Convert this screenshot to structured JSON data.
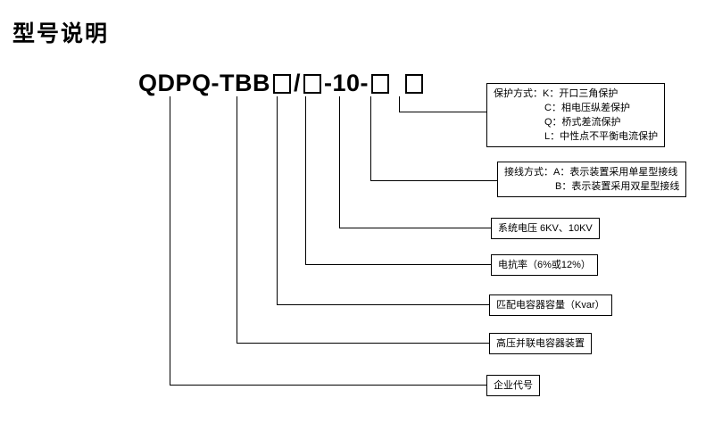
{
  "page": {
    "title": "型号说明"
  },
  "model": {
    "prefix": "QDPQ-TBB",
    "slash": "/",
    "mid": "-10-"
  },
  "labels": {
    "protection": {
      "line1": "保护方式：K：开口三角保护",
      "line2": "C：相电压纵差保护",
      "line3": "Q：桥式差流保护",
      "line4": "L：中性点不平衡电流保护"
    },
    "wiring": {
      "line1": "接线方式：A：表示装置采用单星型接线",
      "line2": "B：表示装置采用双星型接线"
    },
    "voltage": "系统电压 6KV、10KV",
    "reactance": "电抗率（6%或12%）",
    "capacity": "匹配电容器容量（Kvar）",
    "device": "高压并联电容器装置",
    "company": "企业代号"
  },
  "colors": {
    "line": "#000000",
    "background": "#ffffff"
  }
}
